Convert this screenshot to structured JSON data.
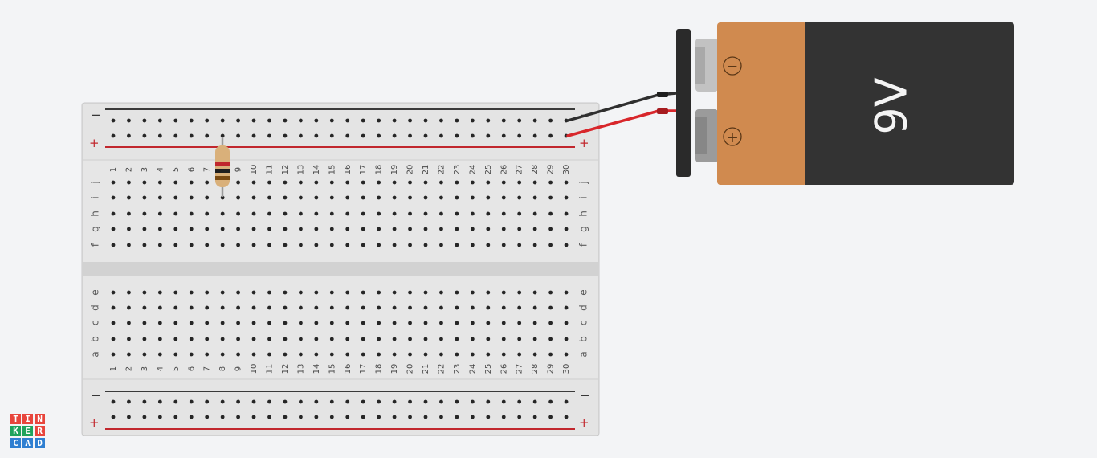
{
  "breadcrumb_labels": {
    "row_letters_top": [
      "j",
      "i",
      "h",
      "g",
      "f"
    ],
    "row_letters_bottom": [
      "e",
      "d",
      "c",
      "b",
      "a"
    ],
    "columns": [
      "1",
      "2",
      "3",
      "4",
      "5",
      "6",
      "7",
      "8",
      "9",
      "10",
      "11",
      "12",
      "13",
      "14",
      "15",
      "16",
      "17",
      "18",
      "19",
      "20",
      "21",
      "22",
      "23",
      "24",
      "25",
      "26",
      "27",
      "28",
      "29",
      "30"
    ],
    "minus_sign": "−",
    "plus_sign": "+"
  },
  "battery": {
    "label": "9V",
    "negative_symbol": "−",
    "positive_symbol": "+"
  },
  "resistor": {
    "band_colors": [
      "#c0272d",
      "#1e1e1e",
      "#7a4a12"
    ]
  },
  "wires": {
    "negative_color": "#2f2f2f",
    "positive_color": "#d8262b"
  },
  "logo": {
    "letters": [
      "T",
      "I",
      "N",
      "K",
      "E",
      "R",
      "C",
      "A",
      "D"
    ],
    "colors": [
      "#e8453c",
      "#e8453c",
      "#e8453c",
      "#1fa35c",
      "#1fa35c",
      "#e8453c",
      "#2f7fd1",
      "#2f7fd1",
      "#2f7fd1"
    ]
  }
}
